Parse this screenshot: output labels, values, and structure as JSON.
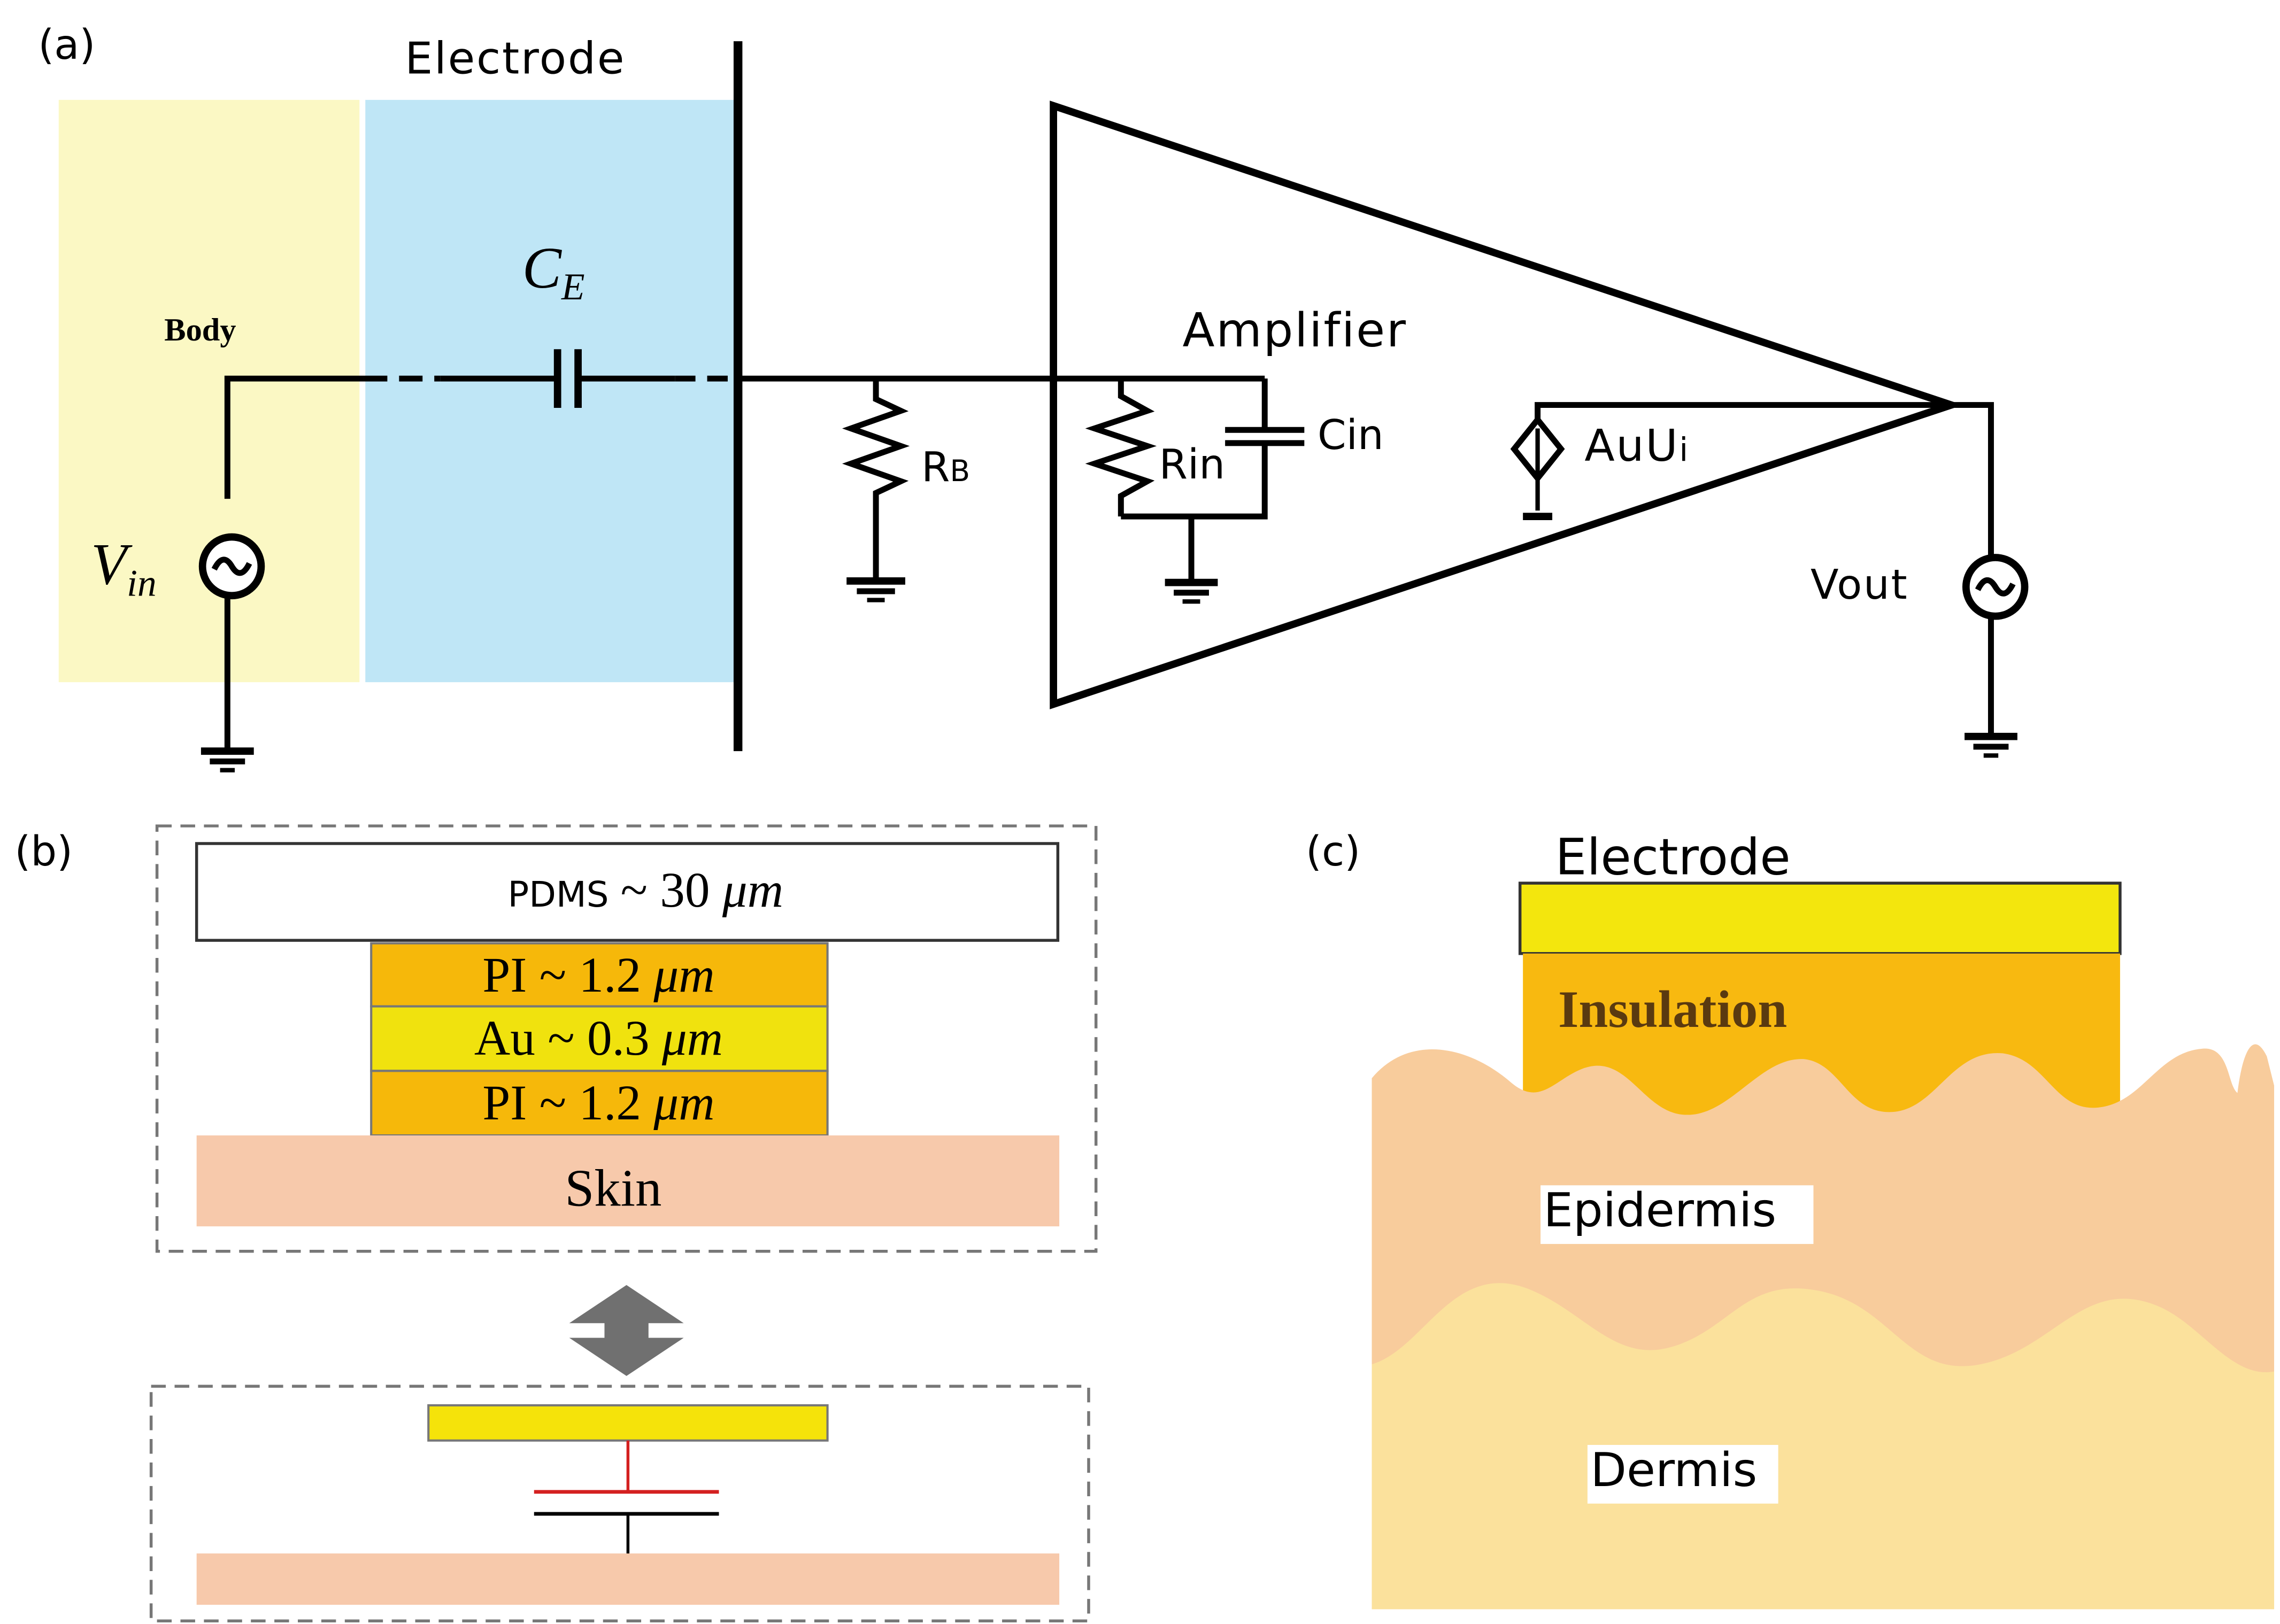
{
  "panel_a": {
    "label": "(a)",
    "electrode_label": "Electrode",
    "body_label": "Body",
    "ce_label": "C",
    "ce_sub": "E",
    "vin_label": "V",
    "vin_sub": "in",
    "amplifier_label": "Amplifier",
    "rb_label": "R",
    "rb_sub": "B",
    "rin_label": "Rin",
    "cin_label": "Cin",
    "auui_label": "AuU",
    "auui_sub": "i",
    "vout_label": "Vout",
    "colors": {
      "body": "#fbf8c4",
      "electrode": "#bfe6f6",
      "wire": "#000000"
    }
  },
  "panel_b": {
    "label": "(b)",
    "layers": [
      {
        "name": "PDMS",
        "thickness": "~ 30 ",
        "unit": "μm",
        "color": "#ffffff"
      },
      {
        "name": "PI ~ 1.2 ",
        "unit": "μm",
        "color": "#f6b80a"
      },
      {
        "name": "Au ~ 0.3 ",
        "unit": "μm",
        "color": "#f0e20e"
      },
      {
        "name": "PI ~ 1.2 ",
        "unit": "μm",
        "color": "#f6b80a"
      }
    ],
    "skin_label": "Skin",
    "colors": {
      "skin": "#f7c9ab",
      "arrow": "#707070",
      "electrode_plate": "#f5e30a",
      "cap_top": "#d42020"
    }
  },
  "panel_c": {
    "label": "(c)",
    "electrode_label": "Electrode",
    "insulation_label": "Insulation",
    "epidermis_label": "Epidermis",
    "dermis_label": "Dermis",
    "colors": {
      "electrode": "#f3e60d",
      "insulation": "#f8b910",
      "epidermis": "#f8cc9c",
      "dermis": "#fbe19c"
    }
  }
}
